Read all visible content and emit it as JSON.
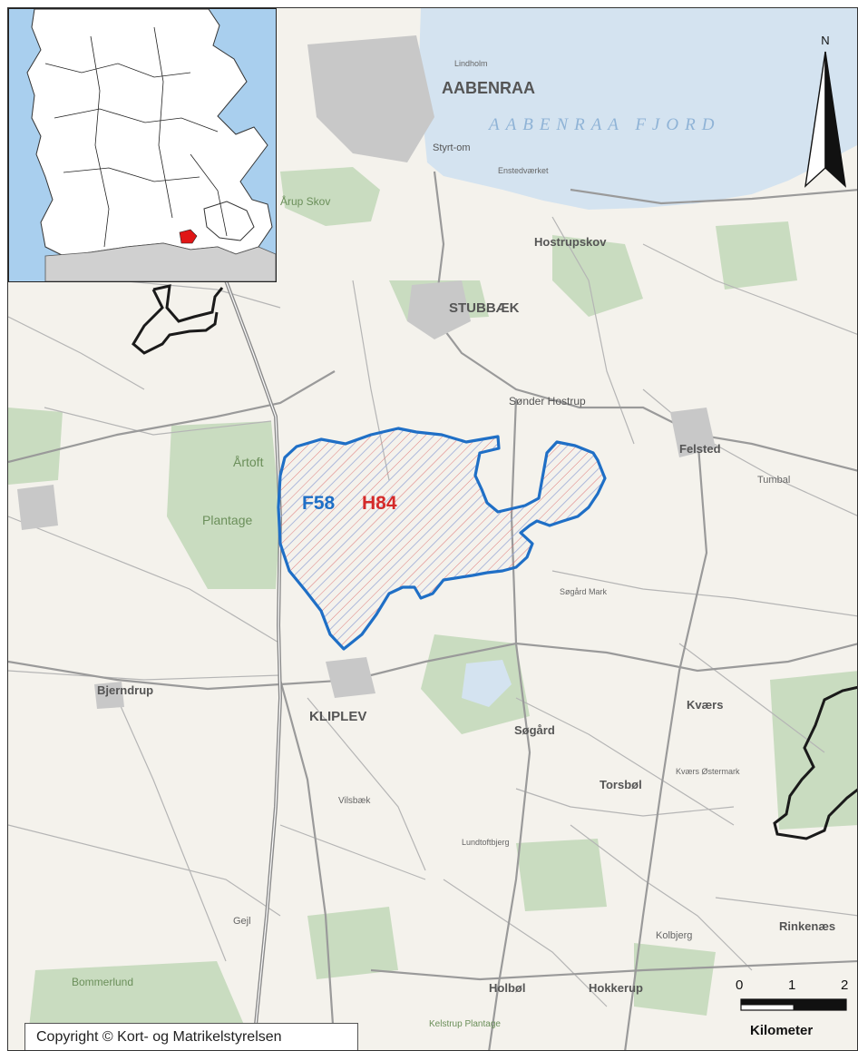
{
  "zones": [
    {
      "code": "F58",
      "color": "#1f6fc6"
    },
    {
      "code": "H84",
      "color": "#d42a2a"
    }
  ],
  "towns": {
    "aabenraa": "AABENRAA",
    "stubbaek": "STUBBÆK",
    "kliplev": "KLIPLEV",
    "felsted": "Felsted",
    "hostrupskov": "Hostrupskov",
    "bjerndrup": "Bjerndrup",
    "sogaard": "Søgård",
    "torsbol": "Torsbøl",
    "kvaers": "Kværs",
    "holbol": "Holbøl",
    "hokkerup": "Hokkerup",
    "rinkenaes": "Rinkenæs"
  },
  "places": {
    "aabenraa_fjord": "AABENRAA FJORD",
    "arup_skov": "Årup Skov",
    "artoft": "Årtoft",
    "plantage": "Plantage",
    "tumbal": "Tumbal",
    "lindholm": "Lindholm",
    "enstedvaerket": "Enstedværket",
    "styrtom": "Styrt-om",
    "sonder_hostrup": "Sønder Hostrup",
    "vilsbaek": "Vilsbæk",
    "bommerlund": "Bommerlund",
    "kelstrup_plantage": "Kelstrup Plantage",
    "kvaers_ostermark": "Kværs Østermark",
    "sogaard_mark": "Søgård Mark",
    "lundtoftbjerg": "Lundtoftbjerg",
    "kolbjerg": "Kolbjerg",
    "gejl": "Gejl"
  },
  "north_label": "N",
  "scale": {
    "ticks": [
      "0",
      "1",
      "2"
    ],
    "unit": "Kilometer"
  },
  "copyright": "Copyright © Kort- og Matrikelstyrelsen",
  "colors": {
    "water": "#d4e3f0",
    "forest": "#c9dcc0",
    "land": "#f4f2ec",
    "road": "#9a9a9a",
    "motorway": "#8a8a8a",
    "boundary": "#1a1a1a",
    "inset_water": "#a9cfee",
    "inset_land": "#ffffff",
    "inset_highlight": "#e01616"
  }
}
